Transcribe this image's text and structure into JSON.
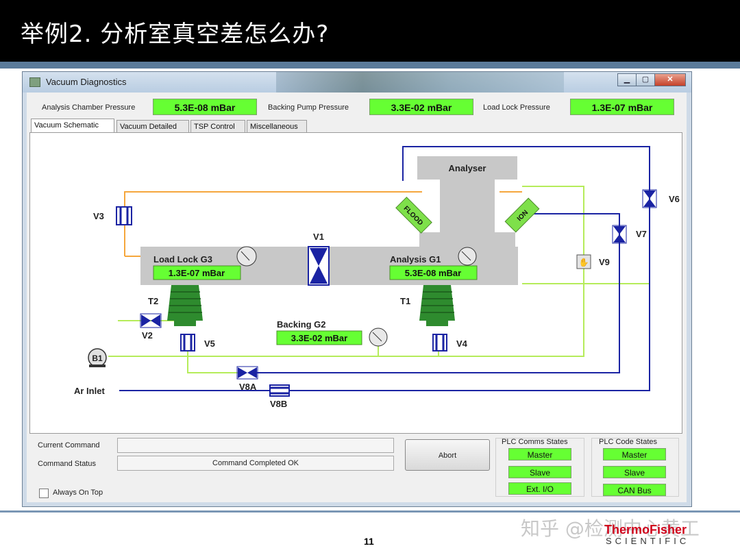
{
  "slide": {
    "title": "举例2. 分析室真空差怎么办?",
    "page_number": "11",
    "watermark": "知乎 @检测中心黄工",
    "brand": "ThermoFisher",
    "brand_sub": "SCIENTIFIC"
  },
  "window": {
    "title": "Vacuum Diagnostics",
    "min_glyph": "▁",
    "max_glyph": "▢",
    "close_glyph": "✕"
  },
  "pressures": {
    "analysis_label": "Analysis Chamber Pressure",
    "analysis_value": "5.3E-08 mBar",
    "backing_label": "Backing Pump Pressure",
    "backing_value": "3.3E-02 mBar",
    "loadlock_label": "Load Lock Pressure",
    "loadlock_value": "1.3E-07 mBar"
  },
  "tabs": [
    {
      "label": "Vacuum Schematic"
    },
    {
      "label": "Vacuum Detailed"
    },
    {
      "label": "TSP Control"
    },
    {
      "label": "Miscellaneous"
    }
  ],
  "schematic": {
    "analyser": "Analyser",
    "flood": "FLOOD",
    "ion": "ION",
    "loadlock_gauge": "Load Lock G3",
    "loadlock_gauge_value": "1.3E-07 mBar",
    "analysis_gauge": "Analysis G1",
    "analysis_gauge_value": "5.3E-08 mBar",
    "backing_gauge": "Backing G2",
    "backing_gauge_value": "3.3E-02 mBar",
    "ar_inlet": "Ar Inlet",
    "pump_b1": "B1",
    "v1": "V1",
    "v2": "V2",
    "v3": "V3",
    "v4": "V4",
    "v5": "V5",
    "v6": "V6",
    "v7": "V7",
    "v8a": "V8A",
    "v8b": "V8B",
    "v9": "V9",
    "t1": "T1",
    "t2": "T2",
    "colors": {
      "orange": "#f5a63c",
      "green": "#b5ec5a",
      "blue": "#1a23a3",
      "chamber": "#c8c8c8",
      "turbo": "#2e8b2e",
      "gauge_value": "#66ff33"
    }
  },
  "bottom": {
    "current_command_label": "Current Command",
    "current_command_value": "",
    "command_status_label": "Command Status",
    "command_status_value": "Command Completed OK",
    "abort_label": "Abort",
    "always_on_top_label": "Always On Top",
    "plc_comms_title": "PLC Comms States",
    "plc_comms": [
      "Master",
      "Slave",
      "Ext. I/O"
    ],
    "plc_code_title": "PLC Code States",
    "plc_code": [
      "Master",
      "Slave",
      "CAN Bus"
    ]
  }
}
